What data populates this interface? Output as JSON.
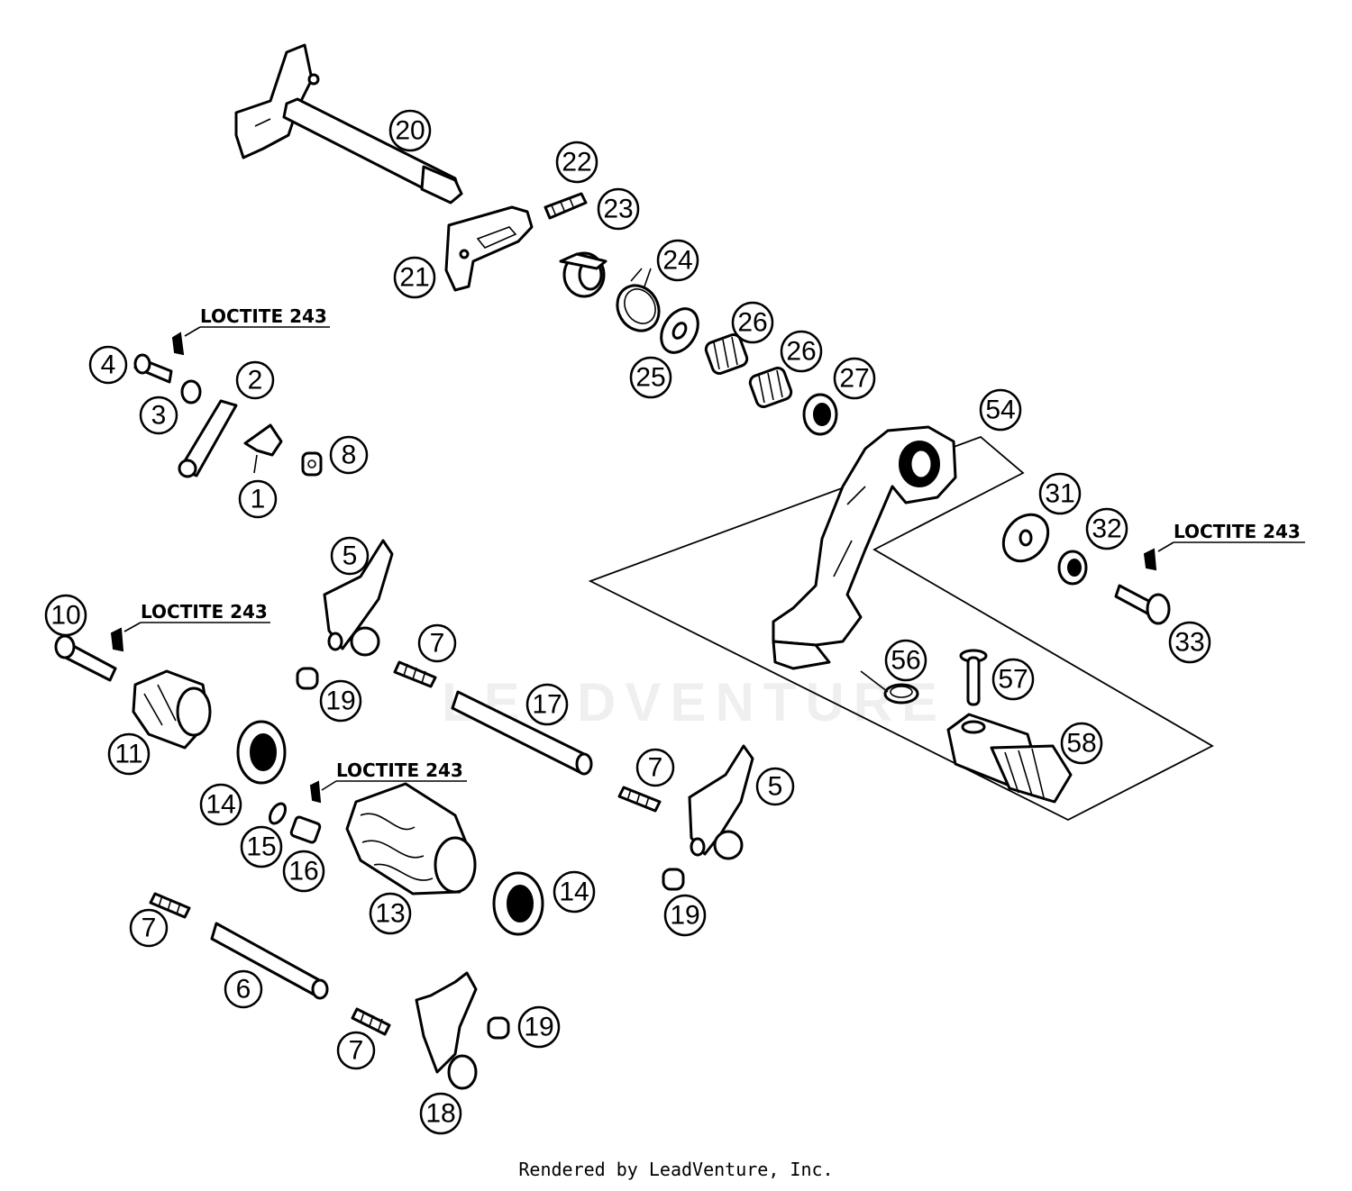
{
  "notes": {
    "loctite_1": "LOCTITE 243",
    "loctite_2": "LOCTITE 243",
    "loctite_3": "LOCTITE 243",
    "loctite_4": "LOCTITE 243"
  },
  "callouts": {
    "c1": "1",
    "c2": "2",
    "c3": "3",
    "c4": "4",
    "c5a": "5",
    "c5b": "5",
    "c6": "6",
    "c7a": "7",
    "c7b": "7",
    "c7c": "7",
    "c7d": "7",
    "c8": "8",
    "c10": "10",
    "c11": "11",
    "c13": "13",
    "c14a": "14",
    "c14b": "14",
    "c15": "15",
    "c16": "16",
    "c17": "17",
    "c18": "18",
    "c19a": "19",
    "c19b": "19",
    "c19c": "19",
    "c20": "20",
    "c21": "21",
    "c22": "22",
    "c23": "23",
    "c24": "24",
    "c25": "25",
    "c26a": "26",
    "c26b": "26",
    "c27": "27",
    "c31": "31",
    "c32": "32",
    "c33": "33",
    "c54": "54",
    "c56": "56",
    "c57": "57",
    "c58": "58"
  },
  "watermark": "LEADVENTURE",
  "footer": "Rendered by LeadVenture, Inc."
}
